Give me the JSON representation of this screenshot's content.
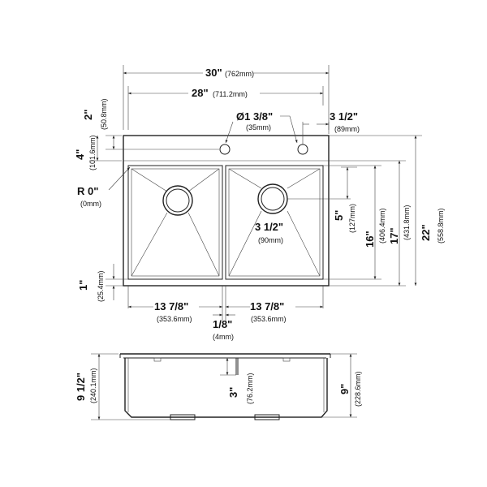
{
  "dimensions": {
    "overall_width": {
      "imperial": "30\"",
      "metric": "(762mm)"
    },
    "deck_width": {
      "imperial": "28\"",
      "metric": "(711.2mm)"
    },
    "faucet_hole": {
      "imperial": "Ø1 3/8\"",
      "metric": "(35mm)"
    },
    "hole_offset": {
      "imperial": "3 1/2\"",
      "metric": "(89mm)"
    },
    "top_margin": {
      "imperial": "2\"",
      "metric": "(50.8mm)"
    },
    "deck_depth": {
      "imperial": "4\"",
      "metric": "(101.6mm)"
    },
    "corner_radius": {
      "imperial": "R 0\"",
      "metric": "(0mm)"
    },
    "drain_diameter": {
      "imperial": "3 1/2\"",
      "metric": "(90mm)"
    },
    "drain_offset": {
      "imperial": "5\"",
      "metric": "(127mm)"
    },
    "bowl_depth_plan": {
      "imperial": "16\"",
      "metric": "(406.4mm)"
    },
    "inner_depth": {
      "imperial": "17\"",
      "metric": "(431.8mm)"
    },
    "overall_depth": {
      "imperial": "22\"",
      "metric": "(558.8mm)"
    },
    "bottom_margin": {
      "imperial": "1\"",
      "metric": "(25.4mm)"
    },
    "left_bowl": {
      "imperial": "13 7/8\"",
      "metric": "(353.6mm)"
    },
    "right_bowl": {
      "imperial": "13 7/8\"",
      "metric": "(353.6mm)"
    },
    "divider": {
      "imperial": "1/8\"",
      "metric": "(4mm)"
    },
    "overall_height": {
      "imperial": "9 1/2\"",
      "metric": "(240.1mm)"
    },
    "divider_height": {
      "imperial": "3\"",
      "metric": "(76.2mm)"
    },
    "bowl_height": {
      "imperial": "9\"",
      "metric": "(228.6mm)"
    }
  }
}
